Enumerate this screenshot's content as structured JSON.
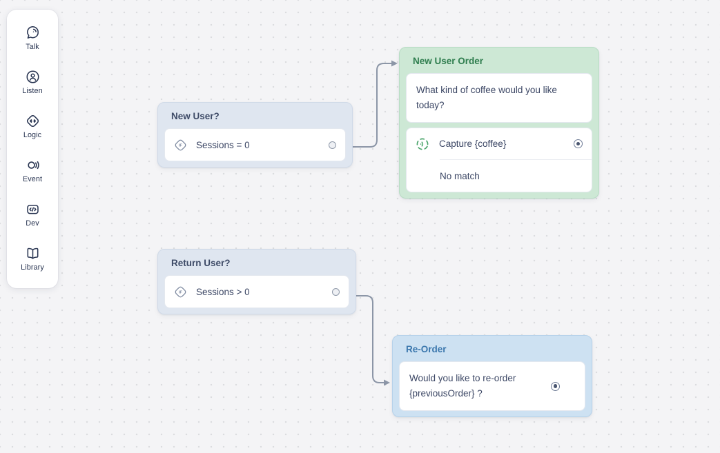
{
  "sidebar": {
    "items": [
      {
        "label": "Talk",
        "icon": "talk-icon"
      },
      {
        "label": "Listen",
        "icon": "listen-icon"
      },
      {
        "label": "Logic",
        "icon": "logic-icon"
      },
      {
        "label": "Event",
        "icon": "event-icon"
      },
      {
        "label": "Dev",
        "icon": "dev-icon"
      },
      {
        "label": "Library",
        "icon": "library-icon"
      }
    ]
  },
  "nodes": {
    "new_user": {
      "title": "New User?",
      "condition": "Sessions = 0"
    },
    "return_user": {
      "title": "Return User?",
      "condition": "Sessions > 0"
    },
    "new_user_order": {
      "title": "New User Order",
      "message": "What kind of coffee would you like today?",
      "capture_label": "Capture {coffee}",
      "no_match_label": "No match"
    },
    "re_order": {
      "title": "Re-Order",
      "message": "Would you like to re-order {previousOrder} ?"
    }
  },
  "colors": {
    "canvas_bg": "#f4f4f6",
    "neutral_node_bg": "#dfe6f0",
    "neutral_header_text": "#3d4a66",
    "green_node_bg": "#cde8d5",
    "green_header_text": "#2e7d4e",
    "blue_node_bg": "#cde1f2",
    "blue_header_text": "#3b77ad",
    "body_text": "#3b4664",
    "edge_color": "#8c96a7",
    "capture_icon_green": "#4ba56b",
    "sidebar_icon_navy": "#273350"
  }
}
